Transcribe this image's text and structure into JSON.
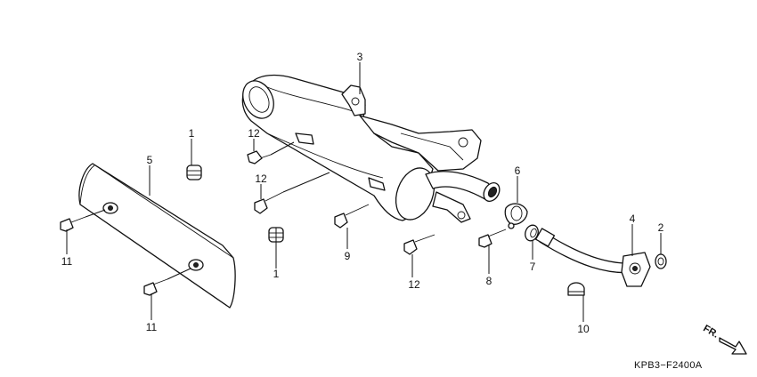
{
  "callouts": {
    "c1a": "1",
    "c1b": "1",
    "c2": "2",
    "c3": "3",
    "c4": "4",
    "c5": "5",
    "c6": "6",
    "c7": "7",
    "c8": "8",
    "c9": "9",
    "c10": "10",
    "c11a": "11",
    "c11b": "11",
    "c12a": "12",
    "c12b": "12",
    "c12c": "12"
  },
  "diagram_code": "KPB3−F2400A",
  "direction_label": "FR."
}
